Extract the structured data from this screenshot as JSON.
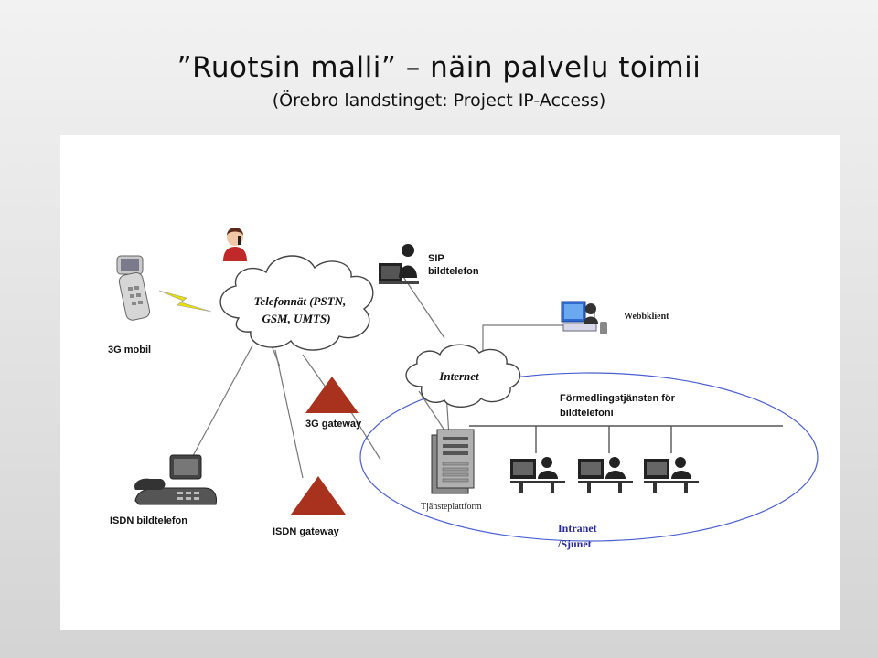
{
  "slide": {
    "title": "”Ruotsin malli” – näin palvelu toimii",
    "subtitle": "(Örebro landstinget: Project IP-Access)"
  },
  "diagram": {
    "cloud_telephone_line1": "Telefonnät (PSTN,",
    "cloud_telephone_line2": "GSM, UMTS)",
    "cloud_internet": "Internet",
    "label_3g_mobile": "3G mobil",
    "label_sip_line1": "SIP",
    "label_sip_line2": "bildtelefon",
    "label_webclient": "Webbklient",
    "label_3g_gateway": "3G gateway",
    "label_isdn_gateway": "ISDN gateway",
    "label_isdn_phone": "ISDN bildtelefon",
    "label_service_platform": "Tjänsteplattform",
    "label_relay_line1": "Förmedlingstjänsten för",
    "label_relay_line2": "bildtelefoni",
    "label_intranet_line1": "Intranet",
    "label_intranet_line2": "/Sjunet",
    "colors": {
      "gateway": "#a8321e",
      "intranet_ellipse": "#4a5fd0",
      "lightning": "#e8e000"
    }
  }
}
